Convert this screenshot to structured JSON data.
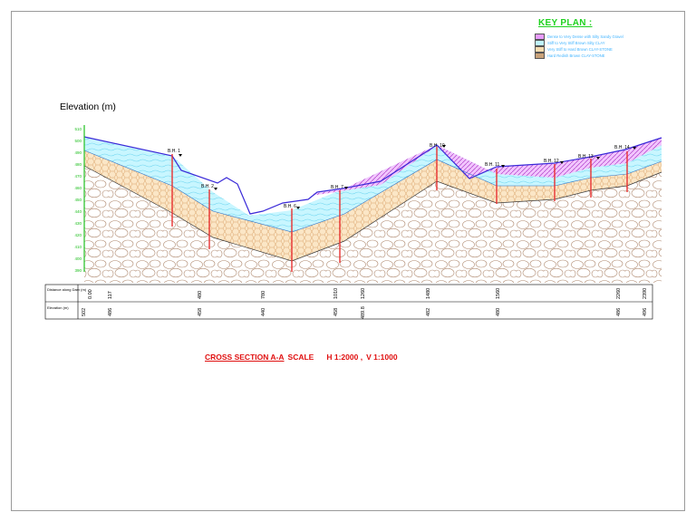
{
  "key_plan": {
    "title": "KEY PLAN :",
    "items": [
      {
        "label": "Dense to Very Dense with Silty Sandy Gravel",
        "color": "#e79bff"
      },
      {
        "label": "Stiff to Very Stiff Brown Silty CLAY",
        "color": "#bff4ff"
      },
      {
        "label": "Very Stiff to Hard Brown CLAY-STONE",
        "color": "#f7dcb0"
      },
      {
        "label": "Hard Redish Brown CLAY-STONE",
        "color": "#c9a27a"
      }
    ]
  },
  "elevation_label": "Elevation (m)",
  "y_ticks": [
    "510",
    "500",
    "490",
    "480",
    "470",
    "460",
    "450",
    "440",
    "430",
    "420",
    "410",
    "400",
    "390"
  ],
  "boreholes": [
    "B.H. 1",
    "B.H. 2",
    "B.H. 6",
    "B.H. 7",
    "B.H. 10",
    "B.H. 11",
    "B.H. 12",
    "B.H. 13",
    "B.H. 14"
  ],
  "table": {
    "row1_label": "Distance along Dam (m)",
    "row2_label": "Elevation (m)",
    "entries": [
      {
        "dist": "0.00",
        "elev": "502"
      },
      {
        "dist": "117",
        "elev": "486"
      },
      {
        "dist": "480",
        "elev": "458"
      },
      {
        "dist": "780",
        "elev": "440"
      },
      {
        "dist": "1010",
        "elev": "458"
      },
      {
        "dist": "1260",
        "elev": "489.8"
      },
      {
        "dist": "1480",
        "elev": "482"
      },
      {
        "dist": "1560",
        "elev": "480"
      },
      {
        "dist": "2260",
        "elev": "486"
      },
      {
        "dist": "2390",
        "elev": "496"
      }
    ]
  },
  "cross_section": {
    "title": "CROSS SECTION  A-A",
    "scale_label": "SCALE",
    "h_scale": "H    1:2000",
    "separator": ",",
    "v_scale": "V    1:1000"
  }
}
